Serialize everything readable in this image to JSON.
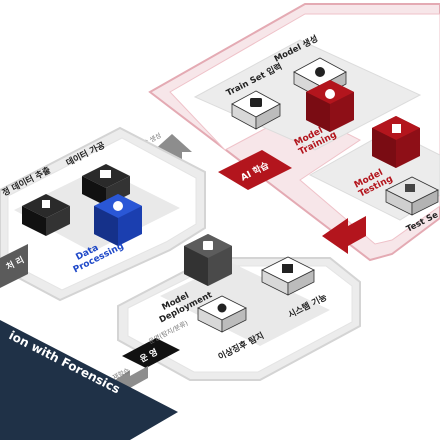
{
  "colors": {
    "accent_red": "#b3151d",
    "accent_blue": "#1e48c8",
    "dark_navy": "#1f3147",
    "panel_grey": "#e5e5e5",
    "panel_pink": "#f4dfe2"
  },
  "ai_zone": {
    "title": "AI 학습",
    "train_set_input": "Train Set 입력",
    "model_generate": "Model 생성",
    "model_training": [
      "Model",
      "Training"
    ],
    "model_testing": [
      "Model",
      "Testing"
    ],
    "test_set": "Test Se"
  },
  "data_zone": {
    "tag": "처 리",
    "extract": "정 데이터 추출",
    "process": "데이터 가공",
    "data_processing": [
      "Data",
      "Processing"
    ],
    "train_set_gen": "Train Set 생성"
  },
  "ops_zone": {
    "tag": "운 영",
    "ops_note": "운영(탐지/분류)",
    "detect_small": "재학습",
    "model_deployment": [
      "Model",
      "Deployment"
    ],
    "anomaly": "이상징후 탐지",
    "system_link": "시스템 기능"
  },
  "banner": {
    "text": "ion with Forensics"
  },
  "icons": {
    "monitor": "monitor-icon",
    "brain": "brain-icon",
    "gear": "gear-icon",
    "document": "document-icon",
    "database": "database-icon",
    "pencil": "pencil-icon",
    "network": "network-icon",
    "eye": "eye-icon",
    "cards": "cards-icon"
  }
}
